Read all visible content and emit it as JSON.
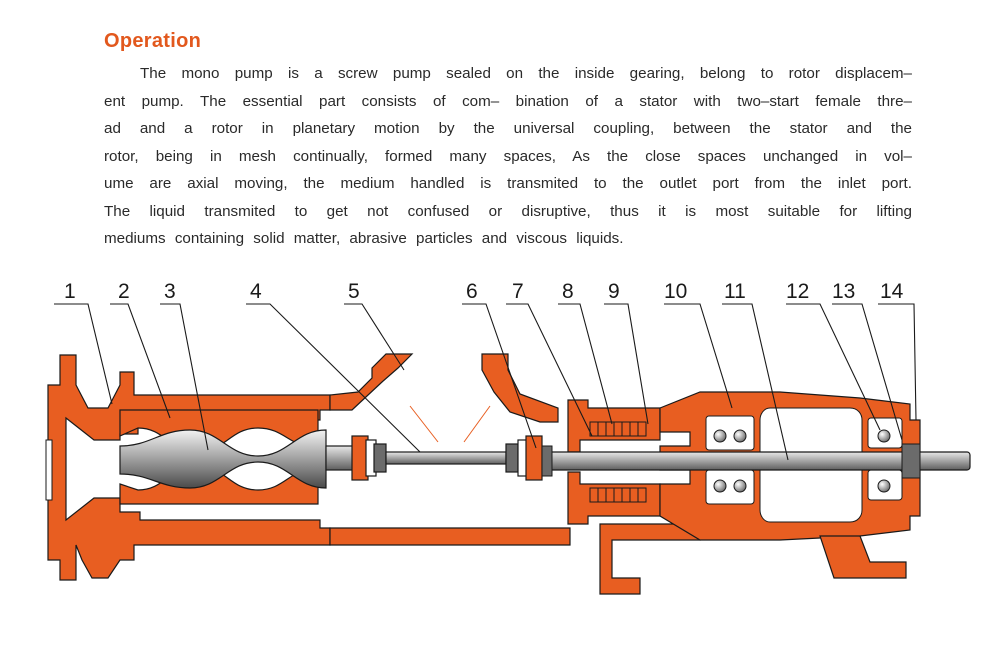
{
  "heading": "Operation",
  "paragraph_lines": [
    "The mono pump is a screw pump sealed on the inside gearing, belong to rotor displacem–",
    "ent pump. The essential part consists of com– bination of a stator with two–start female thre–",
    "ad and a rotor in planetary motion by the universal coupling, between the stator and the",
    "rotor, being in mesh continually, formed many spaces, As the close spaces unchanged in vol–",
    "ume are axial moving, the medium handled is transmited to the outlet port from the inlet port.",
    "The liquid transmited to get not confused or disruptive, thus it is most suitable for lifting",
    "mediums containing solid matter, abrasive particles and viscous liquids."
  ],
  "part_numbers": [
    "1",
    "2",
    "3",
    "4",
    "5",
    "6",
    "7",
    "8",
    "9",
    "10",
    "11",
    "12",
    "13",
    "14"
  ],
  "colors": {
    "casing": "#e85e21",
    "heading": "#e2581d",
    "shaft": "#8c8c8c",
    "outline": "#1a1a1a"
  }
}
